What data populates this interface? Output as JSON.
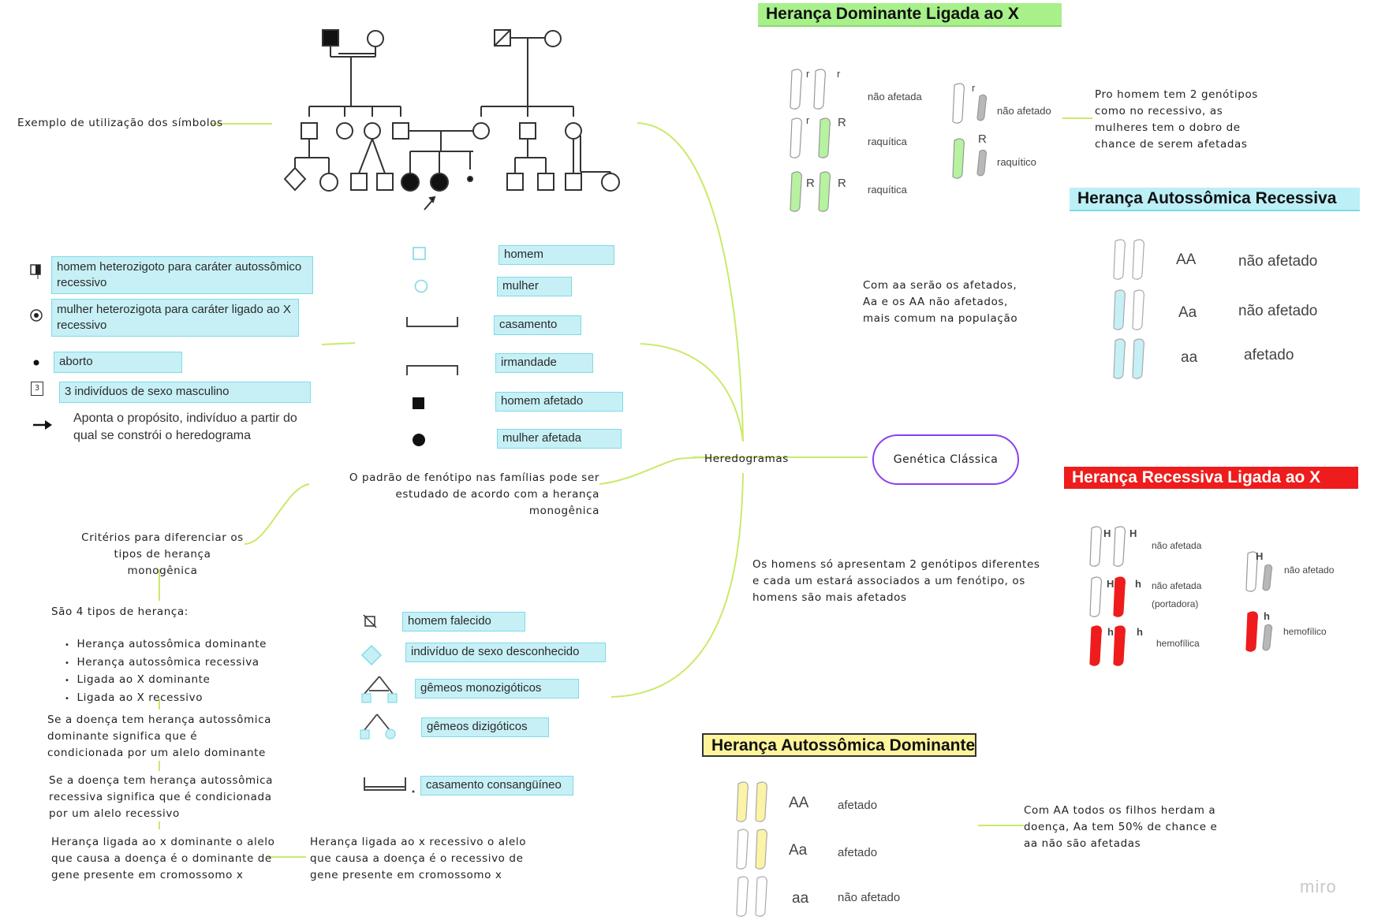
{
  "central_topic": "Genética Clássica",
  "hub": "Heredogramas",
  "notes": {
    "exemplo": "Exemplo de utilização dos símbolos",
    "padrao": "O padrão de fenótipo nas famílias pode ser estudado de acordo com a herança monogênica",
    "criterios": "Critérios para diferenciar os tipos de herança monogênica",
    "quatro_tipos": "São 4 tipos de herança:",
    "aut_dom": "Se a doença tem herança autossômica dominante significa que é condicionada por um alelo dominante",
    "aut_rec": "Se a doença tem herança autossômica recessiva significa que é condicionada por um alelo recessivo",
    "x_dom": "Herança ligada ao x dominante o alelo que causa a doença é o dominante de gene presente em cromossomo x",
    "x_rec": "Herança ligada ao x recessivo o alelo que causa a doença é o recessivo de gene presente em cromossomo x",
    "homens_2": "Os homens só apresentam 2 genótipos diferentes e cada um estará associados a um fenótipo, os homens são mais afetados",
    "pro_homem": "Pro homem tem 2 genótipos como no recessivo, as mulheres tem o dobro de chance de serem afetadas",
    "com_aa": "Com aa serão os afetados, Aa e os AA não afetados, mais comum na população",
    "com_AA": "Com AA todos os filhos herdam a doença, Aa tem 50% de chance e aa não são afetadas"
  },
  "inheritance_types": [
    "Herança autossômica dominante",
    "Herança autossômica recessiva",
    "Ligada ao X dominante",
    "Ligada ao X recessivo"
  ],
  "symbols_left": {
    "het_rec": "homem heterozigoto para caráter autossômico recessivo",
    "het_x": "mulher heterozigota para caráter ligado ao X recessivo",
    "aborto": "aborto",
    "tres": "3 indivíduos de sexo masculino",
    "tres_glyph": "3",
    "aponta": "Aponta o propósito, indivíduo a partir do qual se constrói o heredograma"
  },
  "symbols_mid": {
    "homem": "homem",
    "mulher": "mulher",
    "casamento": "casamento",
    "irmandade": "irmandade",
    "homem_afetado": "homem afetado",
    "mulher_afetada": "mulher afetada"
  },
  "symbols_bottom": {
    "falecido": "homem falecido",
    "desconhecido": "indivíduo de sexo desconhecido",
    "mono": "gêmeos monozigóticos",
    "di": "gêmeos dizigóticos",
    "consang": "casamento consangüíneo"
  },
  "x_dominante": {
    "title": "Herança Dominante Ligada ao X",
    "colors": {
      "title_bg": "#a7f08a",
      "allele": "#b6f2a0"
    },
    "female": [
      {
        "a1": "r",
        "a2": "r",
        "phenotype": "não afetada"
      },
      {
        "a1": "r",
        "a2": "R",
        "phenotype": "raquítica"
      },
      {
        "a1": "R",
        "a2": "R",
        "phenotype": "raquítica"
      }
    ],
    "male": [
      {
        "a1": "r",
        "phenotype": "não afetado"
      },
      {
        "a1": "R",
        "phenotype": "raquítico"
      }
    ]
  },
  "aut_recessiva": {
    "title": "Herança Autossômica Recessiva",
    "colors": {
      "title_bg": "#bdeff7",
      "allele": "#c6f0f6"
    },
    "rows": [
      {
        "genotype": "AA",
        "phenotype": "não afetado"
      },
      {
        "genotype": "Aa",
        "phenotype": "não afetado"
      },
      {
        "genotype": "aa",
        "phenotype": "afetado"
      }
    ]
  },
  "x_recessiva": {
    "title": "Herança Recessiva Ligada ao X",
    "colors": {
      "title_bg": "#ee1c1c",
      "allele": "#ee1c1c"
    },
    "female": [
      {
        "a1": "H",
        "a2": "H",
        "phenotype": "não afetada",
        "extra": ""
      },
      {
        "a1": "H",
        "a2": "h",
        "phenotype": "não afetada",
        "extra": "(portadora)"
      },
      {
        "a1": "h",
        "a2": "h",
        "phenotype": "hemofílica",
        "extra": ""
      }
    ],
    "male": [
      {
        "a1": "H",
        "phenotype": "não afetado"
      },
      {
        "a1": "h",
        "phenotype": "hemofílico"
      }
    ]
  },
  "aut_dominante": {
    "title": "Herança Autossômica Dominante",
    "colors": {
      "title_bg": "#fdf49c",
      "allele": "#fbf3a6"
    },
    "rows": [
      {
        "genotype": "AA",
        "phenotype": "afetado"
      },
      {
        "genotype": "Aa",
        "phenotype": "afetado"
      },
      {
        "genotype": "aa",
        "phenotype": "não afetado"
      }
    ]
  },
  "watermark": "miro"
}
